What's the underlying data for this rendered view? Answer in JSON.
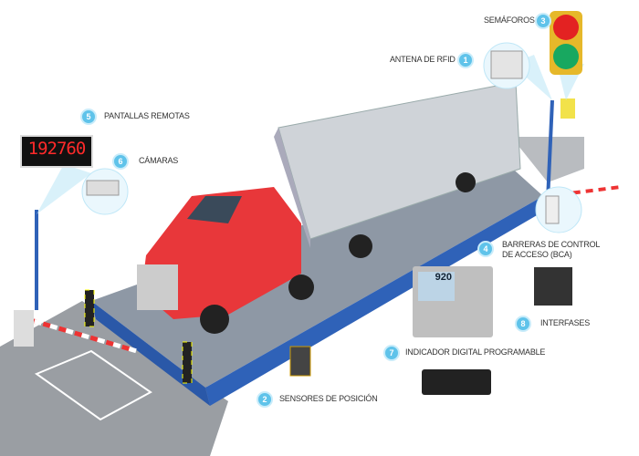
{
  "labels": {
    "rfid": {
      "num": "1",
      "text": "ANTENA DE RFID"
    },
    "sensors": {
      "num": "2",
      "text": "SENSORES DE POSICIÓN"
    },
    "traffic_lights": {
      "num": "3",
      "text": "SEMÁFOROS"
    },
    "barriers": {
      "num": "4",
      "text": "BARRERAS DE CONTROL",
      "text2": "DE ACCESO (BCA)"
    },
    "remote_displays": {
      "num": "5",
      "text": "PANTALLAS REMOTAS"
    },
    "cameras": {
      "num": "6",
      "text": "CÁMARAS"
    },
    "indicator": {
      "num": "7",
      "text": "INDICADOR DIGITAL PROGRAMABLE"
    },
    "interfaces": {
      "num": "8",
      "text": "INTERFASES"
    }
  },
  "remote_display_value": "192760",
  "indicator_value": "920",
  "colors": {
    "accent": "#5fc3ea",
    "platform": "#2f62b8",
    "truck": "#e8373a"
  }
}
